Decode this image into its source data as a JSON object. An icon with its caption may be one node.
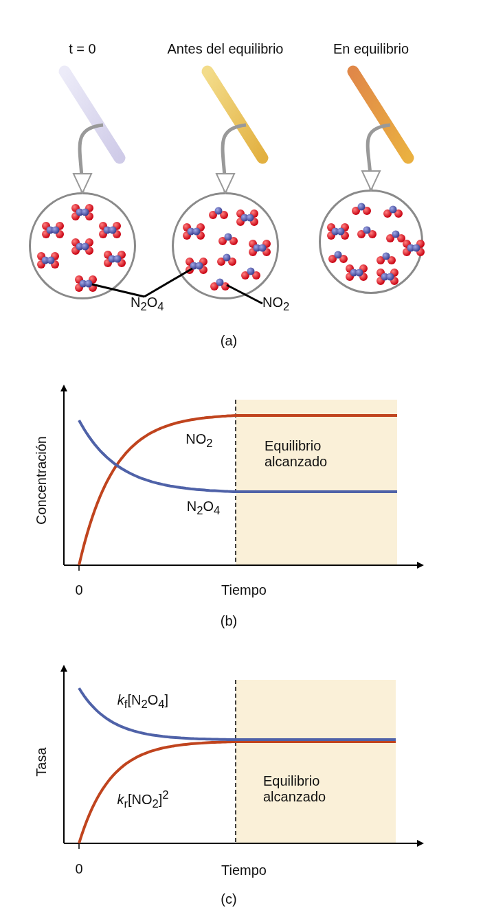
{
  "diagram": {
    "nodes": [
      {
        "text": [],
        "shape": "picture",
        "beside": [
          "t = 0"
        ]
      },
      {
        "text": [],
        "shape": "circle"
      },
      {
        "text": [],
        "shape": "picture",
        "beside": [
          "Antes del equilibrio"
        ]
      },
      {
        "text": [],
        "shape": "circle"
      },
      {
        "text": [],
        "shape": "picture",
        "beside": [
          "En equilibrio"
        ]
      },
      {
        "text": [],
        "shape": "circle"
      },
      {
        "text": [],
        "shape": "picture",
        "in": 1
      },
      {
        "text": [],
        "shape": "picture",
        "in": 3
      },
      {
        "text": [],
        "shape": "picture",
        "in": 3
      },
      {
        "text": [
          "N$_{2}$O$_{4}$"
        ]
      },
      {
        "text": [
          "NO$_{2}$"
        ]
      }
    ],
    "edges": [
      {
        "from": 0,
        "to": 1,
        "arrow": "to"
      },
      {
        "from": 2,
        "to": 3,
        "arrow": "to"
      },
      {
        "from": 4,
        "to": 5,
        "arrow": "to"
      },
      {
        "from": 9,
        "to": 6,
        "arrow": "none",
        "color": "#000000"
      },
      {
        "from": 9,
        "to": 7,
        "arrow": "none",
        "color": "#000000"
      },
      {
        "from": 10,
        "to": 8,
        "arrow": "none",
        "color": "#000000"
      }
    ],
    "labels": [
      "(a)",
      "NO$_{2}$",
      "Equilibrio alcanzado",
      "Concentración",
      "N$_{2}$O$_{4}$",
      "0",
      "Tiempo",
      "(b)",
      "*k*$_{f}$[N$_{2}$O$_{4}$]",
      "Tasa",
      "Equilibrio alcanzado",
      "*k*$_{r}$[NO$_{2}$]$^{2}$",
      "0",
      "Tiempo",
      "(c)"
    ]
  }
}
